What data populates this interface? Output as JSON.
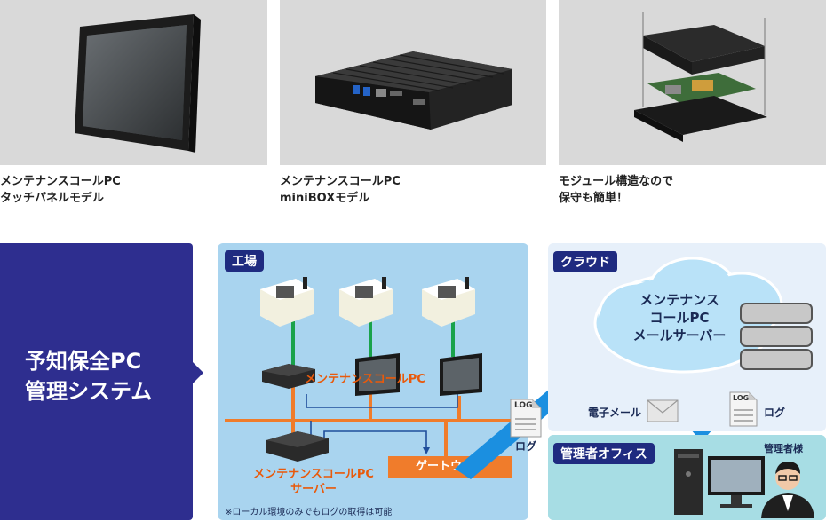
{
  "photos": [
    {
      "caption_l1": "メンテナンスコールPC",
      "caption_l2": "タッチパネルモデル"
    },
    {
      "caption_l1": "メンテナンスコールPC",
      "caption_l2": "miniBOXモデル"
    },
    {
      "caption_l1": "モジュール構造なので",
      "caption_l2": "保守も簡単！"
    }
  ],
  "system_title_l1": "予知保全PC",
  "system_title_l2": "管理システム",
  "factory": {
    "label": "工場",
    "pc_label": "メンテナンスコールPC",
    "server_l1": "メンテナンスコールPC",
    "server_l2": "サーバー",
    "gateway": "ゲートウェイ",
    "note": "※ローカル環境のみでもログの取得は可能"
  },
  "cloud": {
    "label": "クラウド",
    "server_l1": "メンテナンス",
    "server_l2": "コールPC",
    "server_l3": "メールサーバー",
    "mail_label": "電子メール",
    "log_label": "ログ"
  },
  "office": {
    "label": "管理者オフィス",
    "admin_label": "管理者様"
  },
  "log_doc_text": "LOG",
  "log_caption": "ログ",
  "colors": {
    "navy": "#2e2e8f",
    "panel_blue": "#a9d4ef",
    "cloud_panel": "#e7f0fa",
    "office_teal": "#a7dde4",
    "orange": "#f07c2b",
    "green": "#1aa24b",
    "arrow_blue": "#1b8fe0"
  }
}
